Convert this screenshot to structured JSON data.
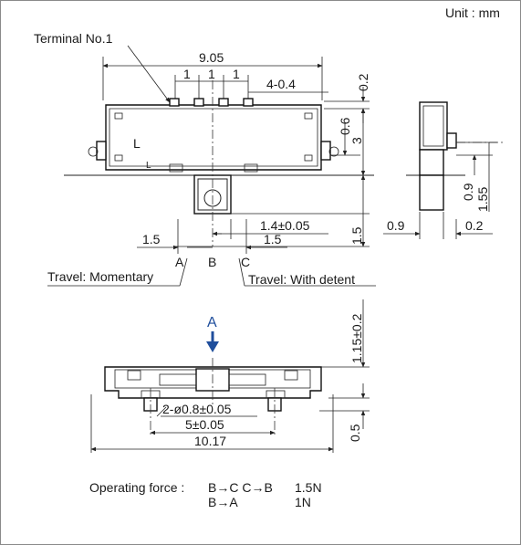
{
  "unit_label": "Unit : mm",
  "top_view": {
    "terminal_label": "Terminal No.1",
    "dim_width": "9.05",
    "pitch_labels": [
      "1",
      "1",
      "1"
    ],
    "dim_terminals": "4-0.4",
    "dim_right_0_2": "0.2",
    "dim_right_0_6": "0.6",
    "dim_right_3": "3",
    "dim_right_1_5": "1.5",
    "body_mark": "L",
    "dim_knob": "1.4±0.05",
    "dim_travel_left": "1.5",
    "dim_travel_right": "1.5",
    "positions": [
      "A",
      "B",
      "C"
    ],
    "travel_momentary": "Travel: Momentary",
    "travel_detent": "Travel: With detent"
  },
  "side_view": {
    "dim_0_9": "0.9",
    "dim_1_55": "1.55",
    "dim_0_9_left": "0.9",
    "dim_0_2": "0.2"
  },
  "front_view": {
    "arrow_label": "A",
    "dim_height": "1.15±0.2",
    "dim_holes": "2-ø0.8±0.05",
    "dim_hole_pitch": "5±0.05",
    "dim_length": "10.17",
    "dim_0_5": "0.5"
  },
  "operating_force": {
    "label": "Operating force :",
    "line1_dirs": "B→C C→B",
    "line1_value": "1.5N",
    "line2_dirs": "B→A",
    "line2_value": "1N"
  },
  "colors": {
    "accent_arrow": "#1f4e9c",
    "line": "#222222"
  }
}
